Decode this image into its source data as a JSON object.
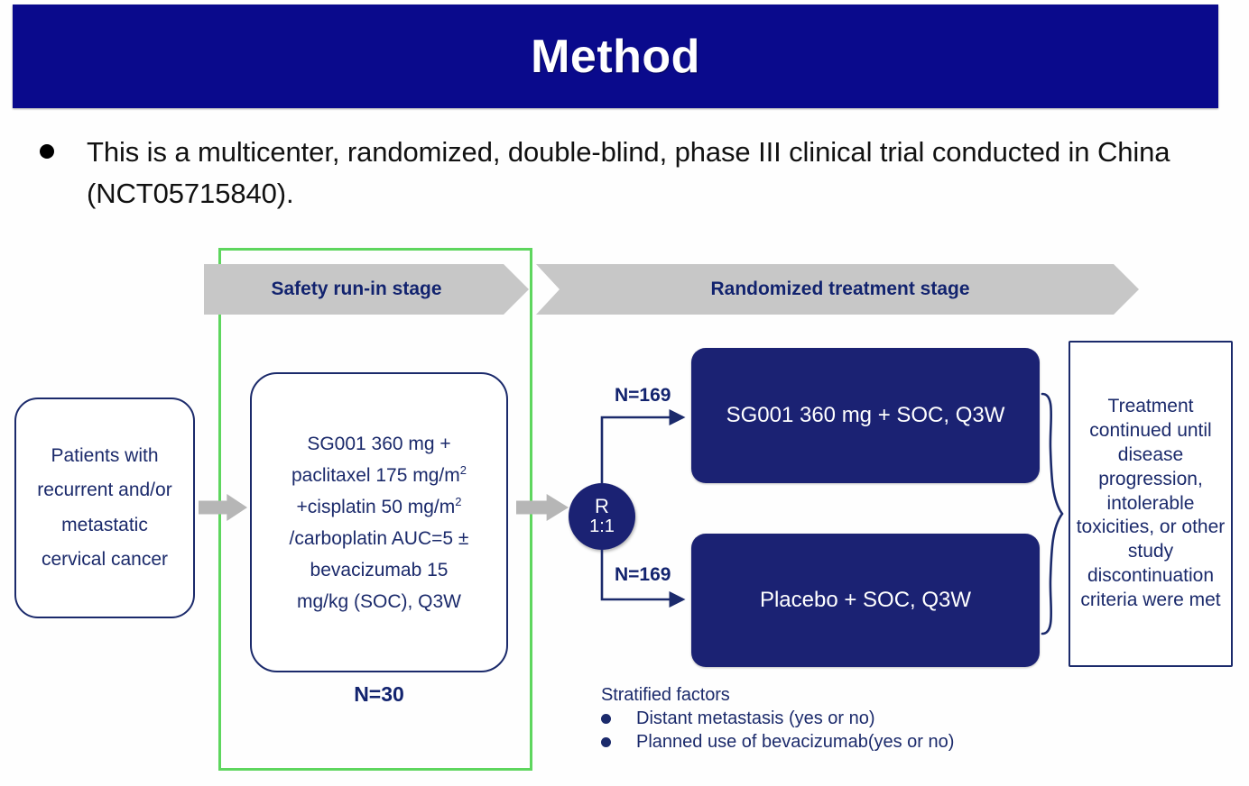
{
  "slide": {
    "title": "Method",
    "header_color": "#0a0a8c",
    "accent_navy": "#1b2a6b",
    "highlight_green": "#5ed65e",
    "banner_gray": "#c7c7c7"
  },
  "intro": {
    "bullet": "●",
    "text": "This is a multicenter, randomized, double-blind, phase III clinical trial conducted in China (NCT05715840)."
  },
  "banners": {
    "safety": "Safety run-in stage",
    "randomized": "Randomized treatment stage"
  },
  "patients_box": {
    "lines": [
      "Patients with",
      "recurrent and/or",
      "metastatic",
      "cervical cancer"
    ]
  },
  "regimen_box": {
    "line1": "SG001 360 mg +",
    "line2_a": "paclitaxel 175 mg/m",
    "line2_sup": "2",
    "line3_a": "+cisplatin 50 mg/m",
    "line3_sup": "2",
    "line4": "/carboplatin AUC=5 ±",
    "line5": "bevacizumab 15",
    "line6": "mg/kg (SOC), Q3W",
    "n_label": "N=30"
  },
  "randomization": {
    "letter": "R",
    "ratio": "1:1",
    "arm_a_n": "N=169",
    "arm_b_n": "N=169"
  },
  "arms": {
    "arm_a": "SG001 360 mg + SOC, Q3W",
    "arm_b": "Placebo + SOC, Q3W"
  },
  "continuation_box": {
    "text": "Treatment continued until disease progression, intolerable toxicities, or other study discontinuation criteria were met"
  },
  "stratified": {
    "title": "Stratified factors",
    "items": [
      "Distant metastasis (yes or no)",
      "Planned use of bevacizumab(yes or no)"
    ]
  }
}
